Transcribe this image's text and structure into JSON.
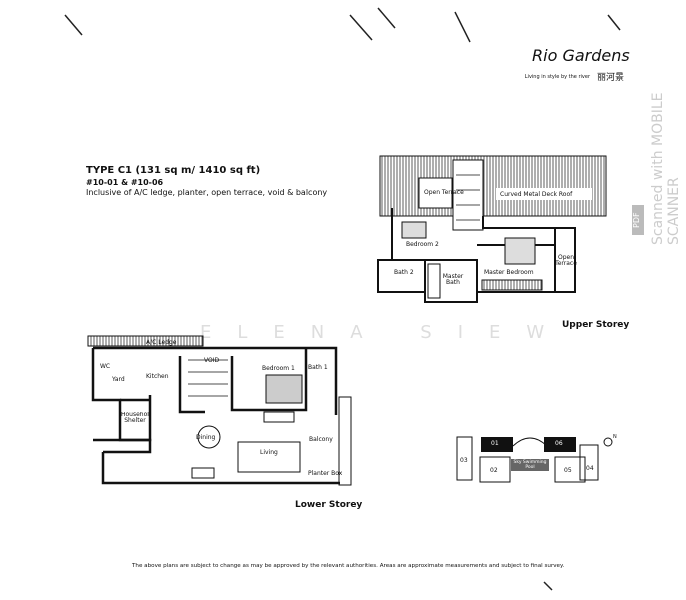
{
  "branding": {
    "name": "Rio Gardens",
    "tagline": "Living in style by the river",
    "chinese_name": "丽河景"
  },
  "unit": {
    "type_title": "TYPE C1 (131 sq m/ 1410 sq ft)",
    "unit_numbers": "#10-01 & #10-06",
    "inclusions": "Inclusive of A/C ledge, planter, open terrace, void & balcony"
  },
  "upper_storey": {
    "caption": "Upper Storey",
    "rooms": {
      "open_terrace_1": "Open Terrace",
      "roof": "Curved Metal Deck Roof",
      "bedroom2": "Bedroom 2",
      "open_terrace_2": "Open Terrace",
      "bath2": "Bath 2",
      "master_bath": "Master Bath",
      "master_bedroom": "Master Bedroom"
    }
  },
  "lower_storey": {
    "caption": "Lower Storey",
    "rooms": {
      "ac_ledge": "A/C Ledge",
      "wc": "WC",
      "yard": "Yard",
      "kitchen": "Kitchen",
      "void": "VOID",
      "bedroom1": "Bedroom 1",
      "bath1": "Bath 1",
      "shelter": "Household Shelter",
      "dining": "Dining",
      "living": "Living",
      "balcony": "Balcony",
      "planter_box": "Planter Box"
    }
  },
  "key_plan": {
    "units": [
      "01",
      "06",
      "03",
      "02",
      "05",
      "04"
    ],
    "pool": "Sky Swimming Pool",
    "north": "N"
  },
  "watermarks": {
    "scanner": "Scanned with MOBILE SCANNER",
    "pdf": "PDF",
    "agent": "ELENA SIEW"
  },
  "disclaimer": "The above plans are subject to change as may be approved by the relevant authorities. Areas are approximate measurements and subject to final survey."
}
